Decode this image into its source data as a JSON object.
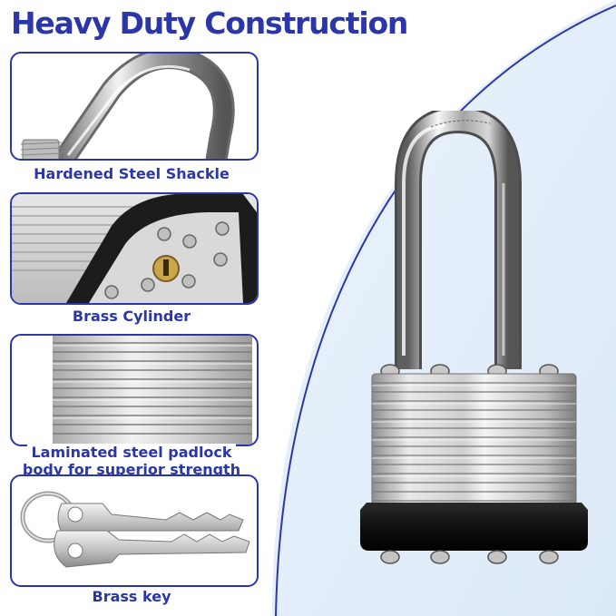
{
  "title": "Heavy Duty Construction",
  "features": [
    {
      "caption": "Hardened Steel Shackle",
      "icon": "shackle-closeup"
    },
    {
      "caption": "Brass Cylinder",
      "icon": "cylinder-closeup"
    },
    {
      "caption_lines": [
        "Laminated steel padlock",
        "body for superior strength"
      ],
      "icon": "laminated-body-closeup"
    },
    {
      "caption": "Brass key",
      "icon": "keys-on-ring"
    }
  ],
  "colors": {
    "accent": "#2b37a8",
    "background_tint": "#e8f1fb"
  }
}
